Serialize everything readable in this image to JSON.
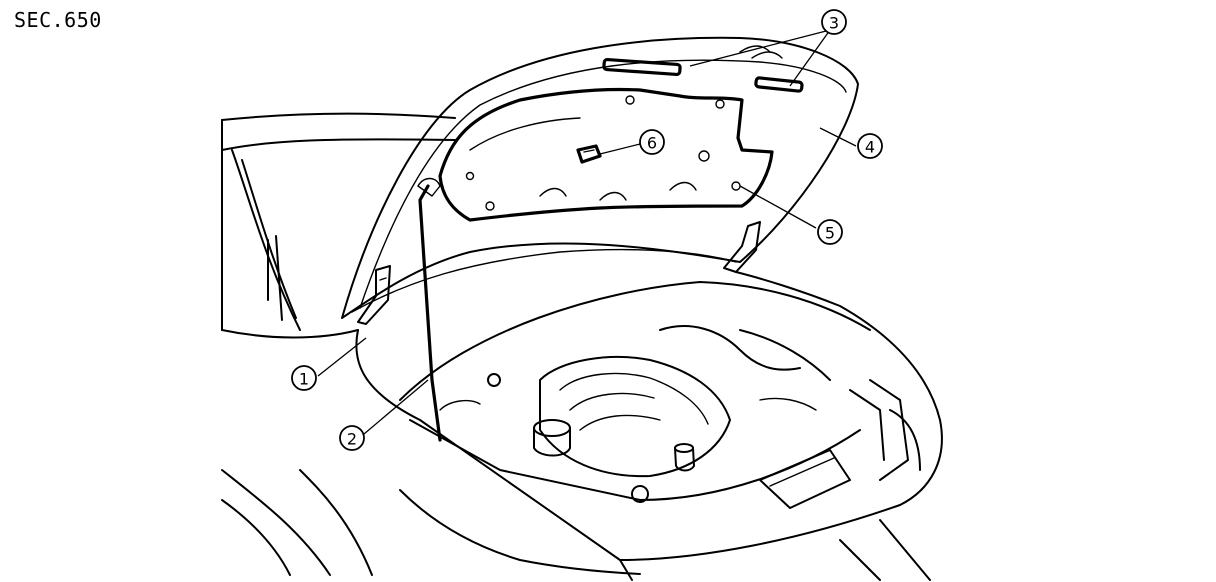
{
  "section_label": "SEC.650",
  "callouts": [
    {
      "id": "c1",
      "number": "1"
    },
    {
      "id": "c2",
      "number": "2"
    },
    {
      "id": "c3",
      "number": "3"
    },
    {
      "id": "c4",
      "number": "4"
    },
    {
      "id": "c5",
      "number": "5"
    },
    {
      "id": "c6",
      "number": "6"
    }
  ]
}
